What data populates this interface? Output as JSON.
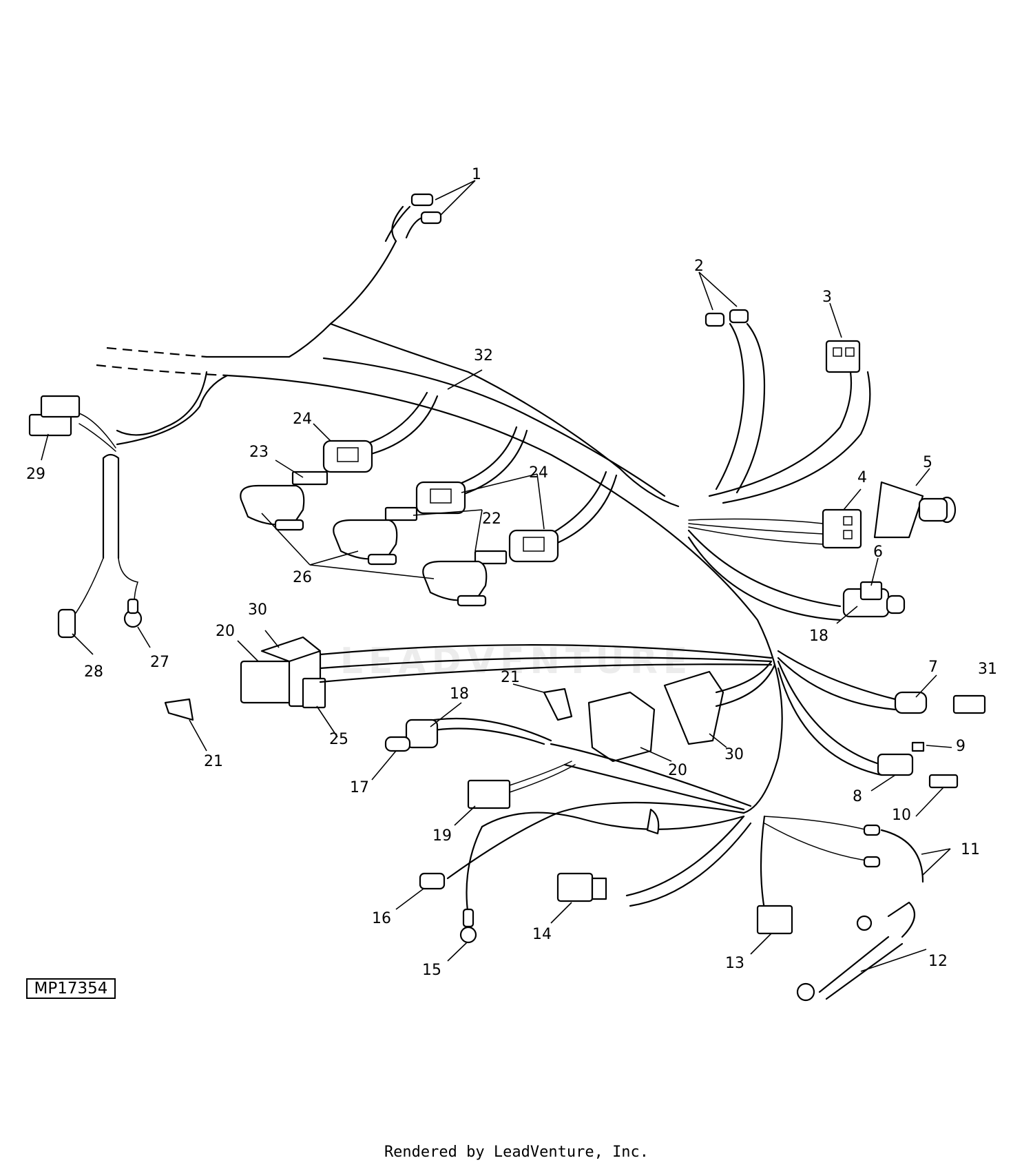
{
  "figure_id": "MP17354",
  "watermark": "LEADVENTURE",
  "footer": "Rendered by LeadVenture, Inc.",
  "callouts": {
    "c1": "1",
    "c2": "2",
    "c3": "3",
    "c4": "4",
    "c5": "5",
    "c6": "6",
    "c7": "7",
    "c8": "8",
    "c9": "9",
    "c10": "10",
    "c11": "11",
    "c12": "12",
    "c13": "13",
    "c14": "14",
    "c15": "15",
    "c16": "16",
    "c17": "17",
    "c18": "18",
    "c19": "19",
    "c20": "20",
    "c21": "21",
    "c22": "22",
    "c23": "23",
    "c24": "24",
    "c25": "25",
    "c26": "26",
    "c27": "27",
    "c28": "28",
    "c29": "29",
    "c30": "30",
    "c31": "31",
    "c32": "32"
  }
}
